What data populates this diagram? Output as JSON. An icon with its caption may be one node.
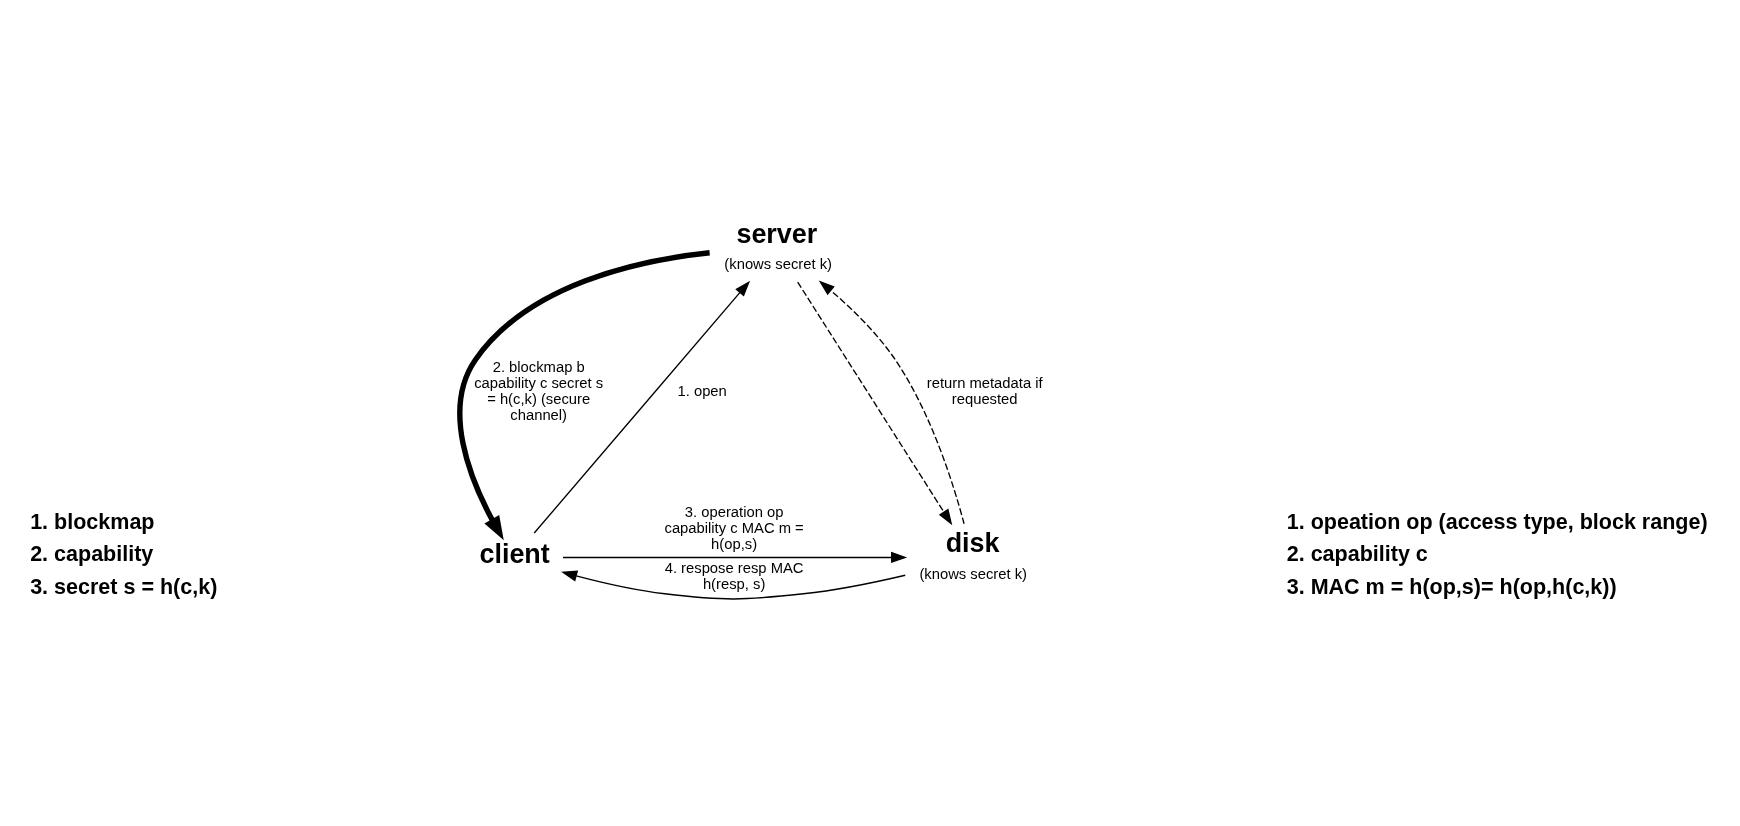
{
  "diagram": {
    "nodes": [
      {
        "text": [
          "server"
        ],
        "beside": [
          "(knows secret k)"
        ]
      },
      {
        "text": [
          "client"
        ]
      },
      {
        "text": [
          "disk"
        ],
        "beside": [
          "(knows secret k)"
        ]
      }
    ],
    "edges": [
      {
        "from": 1,
        "to": 0,
        "arrow": "to",
        "label": "1. open"
      },
      {
        "from": 0,
        "to": 1,
        "arrow": "to",
        "style": "thick",
        "label": "2. blockmap b capability c secret s = h(c,k) (secure channel)"
      },
      {
        "from": 0,
        "to": 2,
        "arrow": "to",
        "style": "dashed"
      },
      {
        "from": 2,
        "to": 0,
        "arrow": "to",
        "style": "dashed",
        "label": "return metadata if requested"
      },
      {
        "from": 1,
        "to": 2,
        "arrow": "to",
        "label": "3. operation op capability c MAC m = h(op,s)"
      },
      {
        "from": 2,
        "to": 1,
        "arrow": "to",
        "label": "4. respose resp MAC h(resp, s)"
      }
    ],
    "labels": [
      "1. blockmap",
      "2. capability",
      "3. secret s = h(c,k)",
      "1. opeation op (access type, block range)",
      "2. capability c",
      "3. MAC m = h(op,s)= h(op,h(c,k))"
    ]
  }
}
